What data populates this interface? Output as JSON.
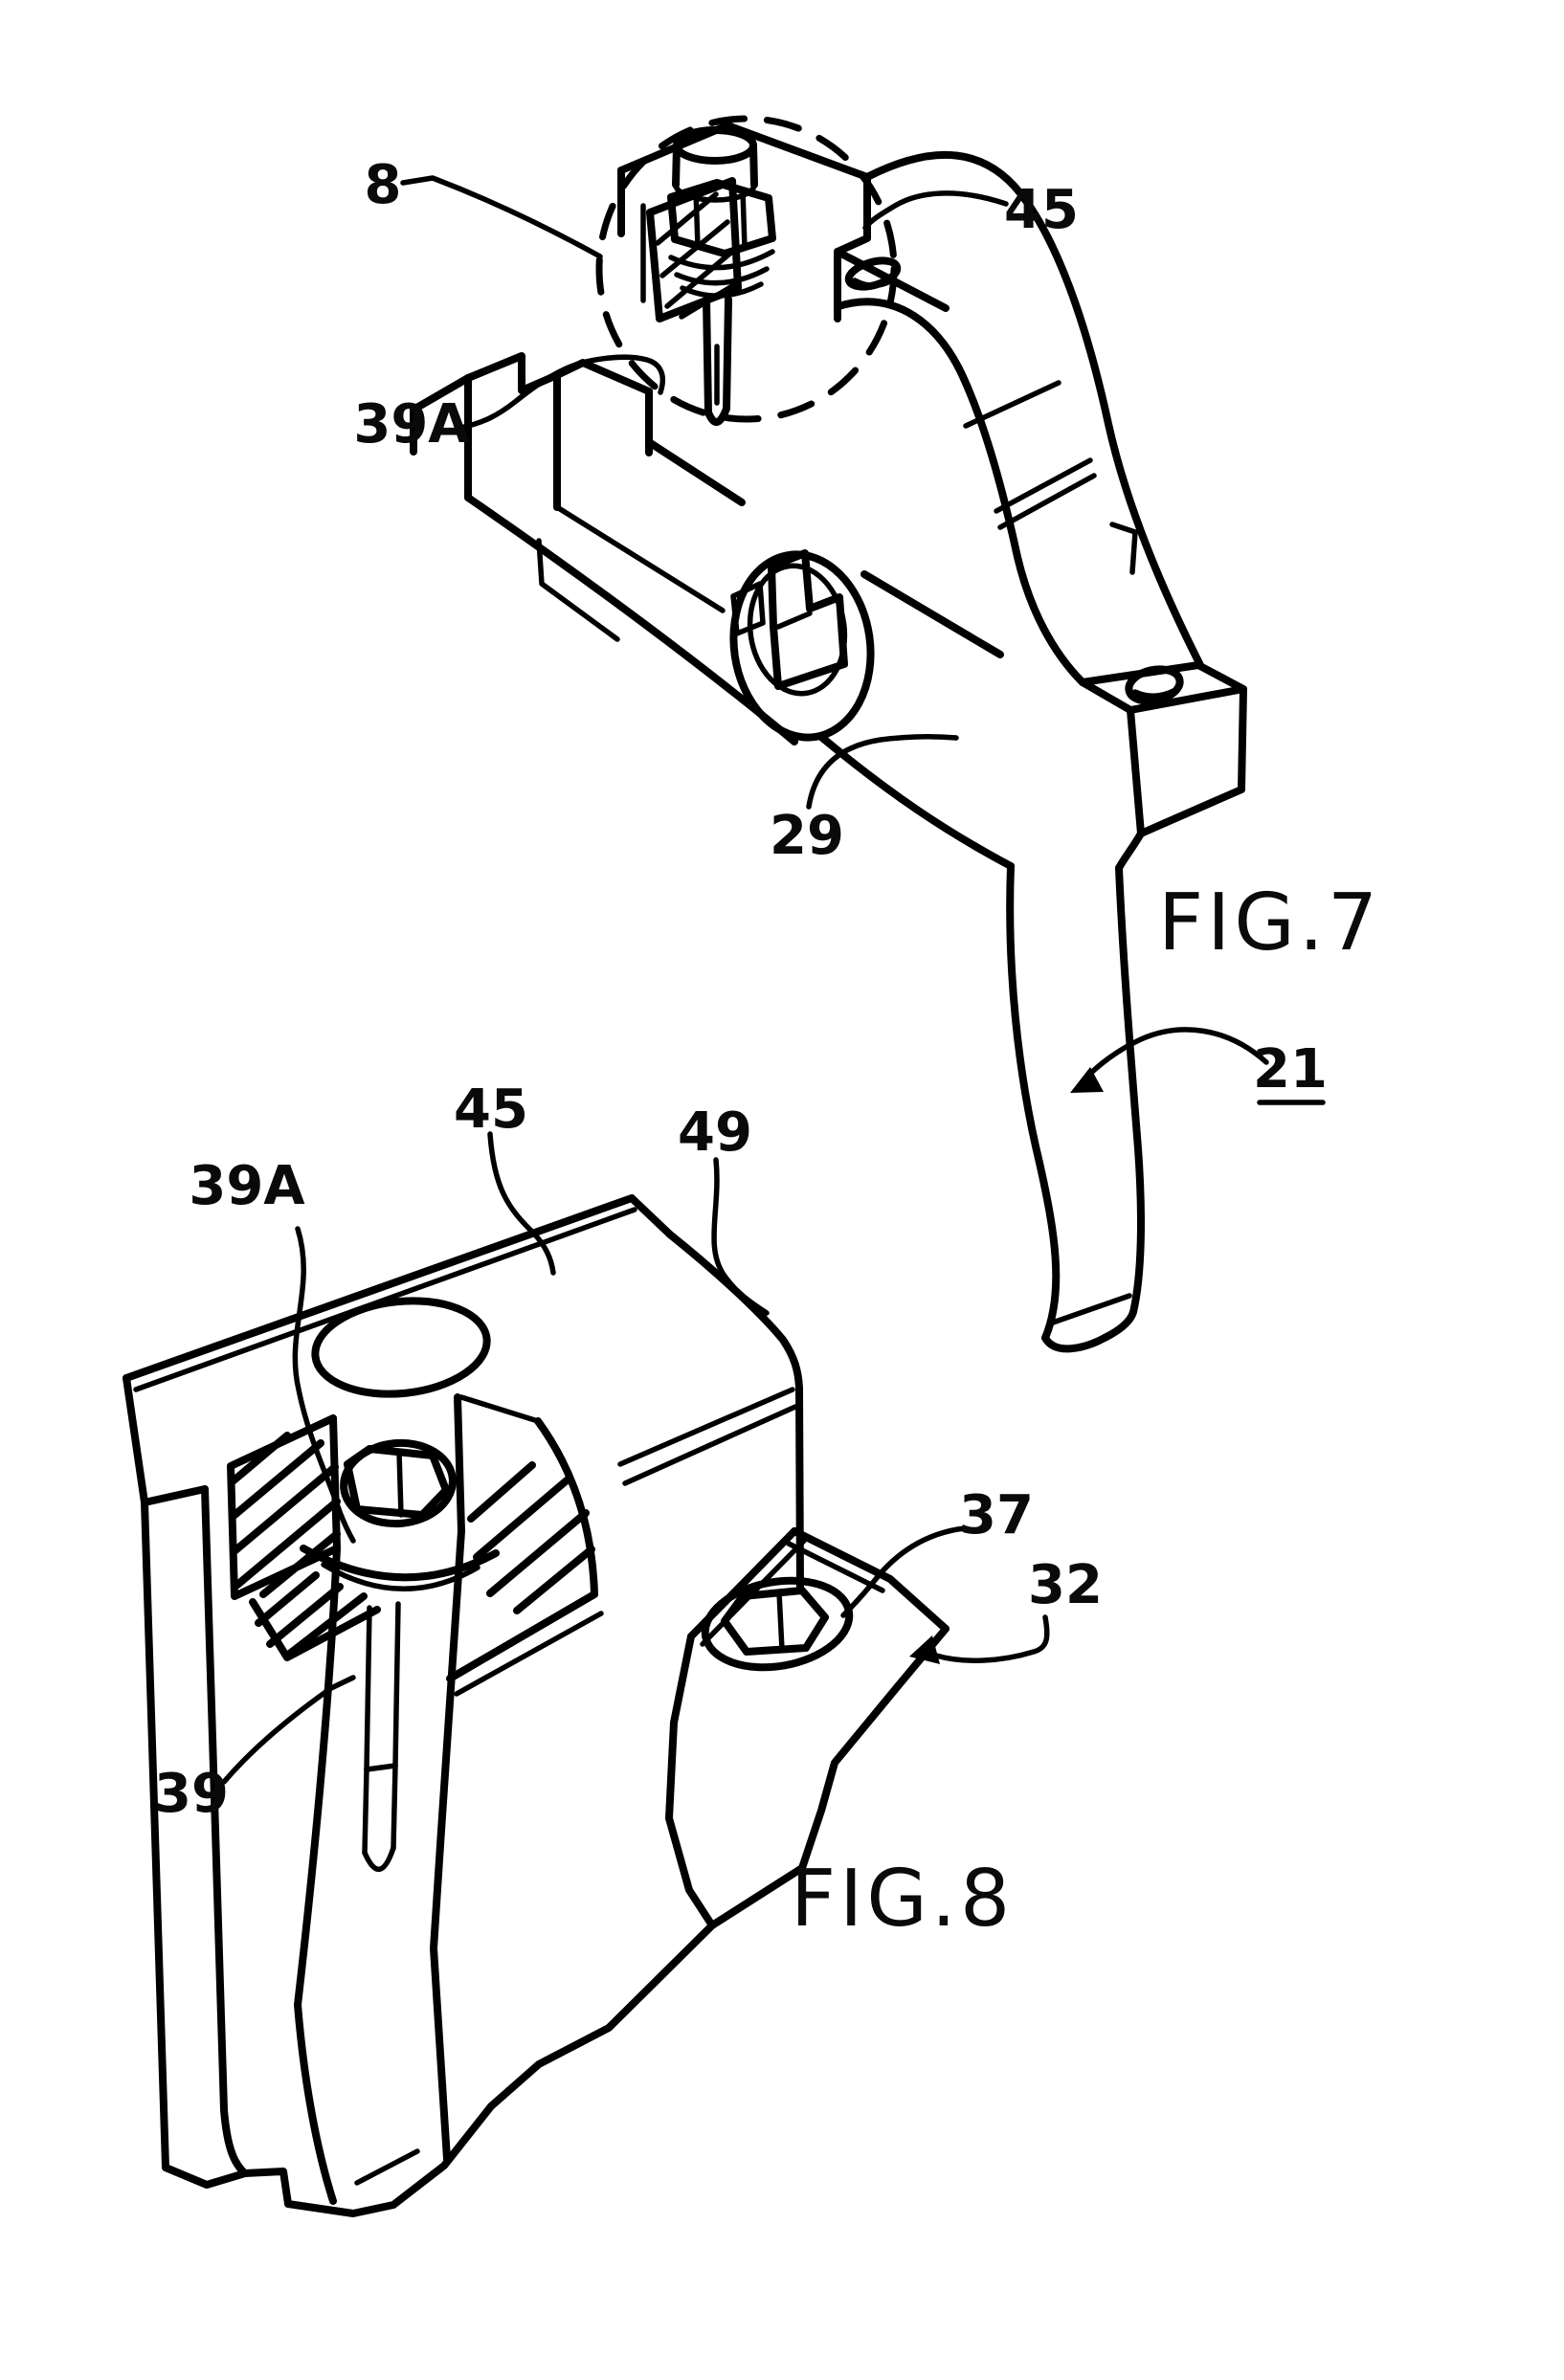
{
  "page": {
    "background_color": "#ffffff",
    "ink_color": "#000000",
    "type": "patent-line-drawing"
  },
  "figure7": {
    "caption": "FIG.7",
    "labels": {
      "ref8": "8",
      "ref45": "45",
      "ref39a": "39A",
      "ref29": "29",
      "ref21": "21"
    }
  },
  "figure8": {
    "caption": "FIG.8",
    "labels": {
      "ref39a": "39A",
      "ref45": "45",
      "ref49": "49",
      "ref37": "37",
      "ref32": "32",
      "ref39": "39"
    }
  }
}
